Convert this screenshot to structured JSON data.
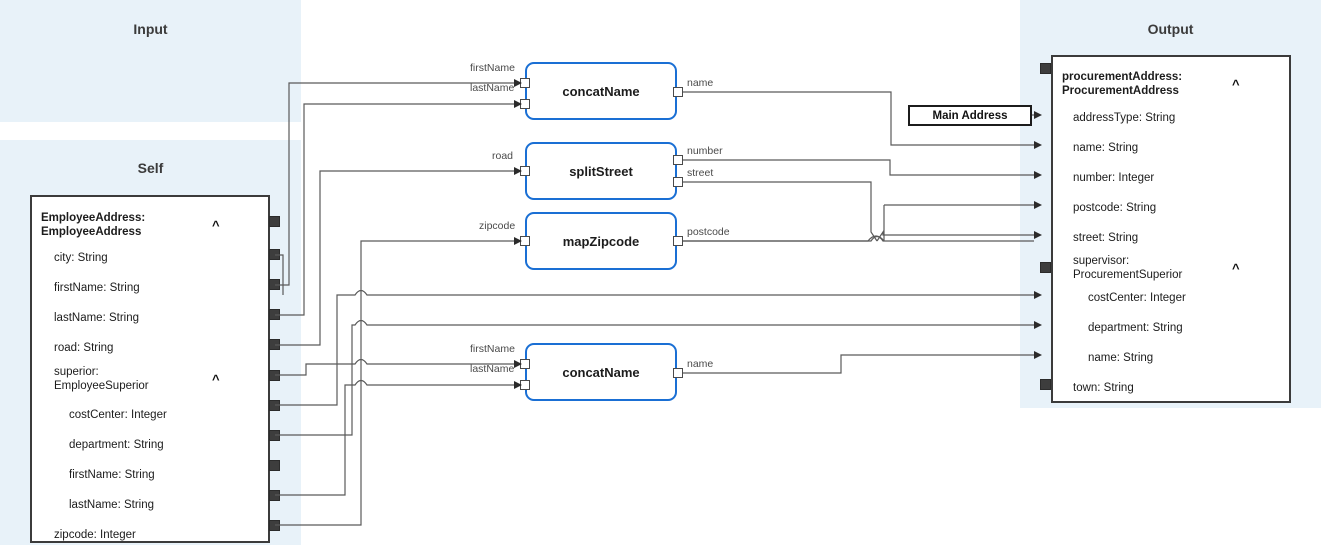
{
  "panels": {
    "input": {
      "title": "Input",
      "bg": "#e8f2f9"
    },
    "self": {
      "title": "Self",
      "bg": "#e8f2f9"
    },
    "output": {
      "title": "Output",
      "bg": "#e8f2f9"
    }
  },
  "self_schema": {
    "header_line1": "EmployeeAddress:",
    "header_line2": "EmployeeAddress",
    "collapse_icon": "chevron-up",
    "chevron_glyph": "⌃",
    "rows": [
      {
        "label": "city: String",
        "indent": 1
      },
      {
        "label": "firstName: String",
        "indent": 1
      },
      {
        "label": "lastName: String",
        "indent": 1
      },
      {
        "label": "road: String",
        "indent": 1
      },
      {
        "label": "superior:",
        "label2": "EmployeeSuperior",
        "indent": 1,
        "group": true
      },
      {
        "label": "costCenter: Integer",
        "indent": 2
      },
      {
        "label": "department: String",
        "indent": 2
      },
      {
        "label": "firstName: String",
        "indent": 2
      },
      {
        "label": "lastName: String",
        "indent": 2
      },
      {
        "label": "zipcode: Integer",
        "indent": 1
      }
    ]
  },
  "output_schema": {
    "header_line1": "procurementAddress:",
    "header_line2": "ProcurementAddress",
    "collapse_icon": "chevron-up",
    "chevron_glyph": "⌃",
    "rows": [
      {
        "label": "addressType: String",
        "indent": 1
      },
      {
        "label": "name: String",
        "indent": 1
      },
      {
        "label": "number: Integer",
        "indent": 1
      },
      {
        "label": "postcode: String",
        "indent": 1
      },
      {
        "label": "street: String",
        "indent": 1
      },
      {
        "label": "supervisor:",
        "label2": "ProcurementSuperior",
        "indent": 1,
        "group": true
      },
      {
        "label": "costCenter: Integer",
        "indent": 2
      },
      {
        "label": "department: String",
        "indent": 2
      },
      {
        "label": "name: String",
        "indent": 2
      },
      {
        "label": "town: String",
        "indent": 1
      }
    ]
  },
  "function_nodes": [
    {
      "name": "concatName",
      "inputs": [
        "firstName",
        "lastName"
      ],
      "outputs": [
        "name"
      ]
    },
    {
      "name": "splitStreet",
      "inputs": [
        "road"
      ],
      "outputs": [
        "number",
        "street"
      ]
    },
    {
      "name": "mapZipcode",
      "inputs": [
        "zipcode"
      ],
      "outputs": [
        "postcode"
      ]
    },
    {
      "name": "concatName",
      "inputs": [
        "firstName",
        "lastName"
      ],
      "outputs": [
        "name"
      ]
    }
  ],
  "constant_node": {
    "label": "Main Address"
  },
  "colors": {
    "panel_bg": "#e8f2f9",
    "node_border": "#1a6fd4",
    "schema_border": "#3b3b3b",
    "wire": "#5a5a5a",
    "port_fill": "#3d3d3d",
    "text": "#1c1c1c"
  }
}
